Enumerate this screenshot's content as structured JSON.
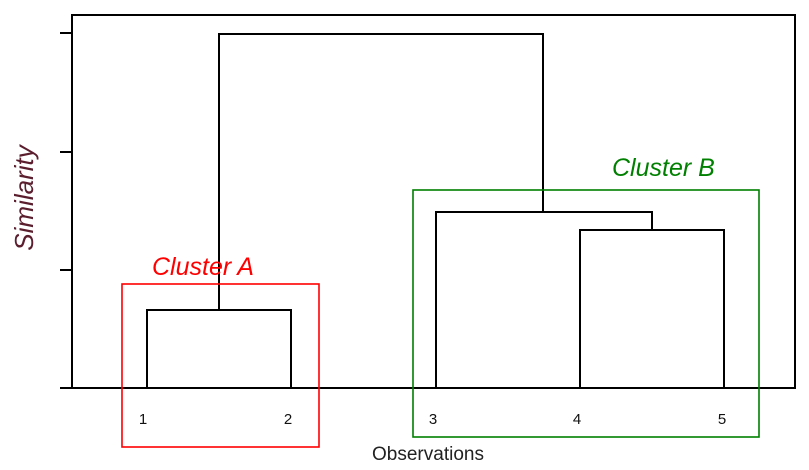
{
  "diagram": {
    "ylabel": "Similarity",
    "xlabel": "Observations",
    "leaves": [
      "1",
      "2",
      "3",
      "4",
      "5"
    ],
    "merges": [
      {
        "a": "1",
        "b": "2",
        "level": 0.22
      },
      {
        "a": "4",
        "b": "5",
        "level": 0.45
      },
      {
        "a": "3",
        "b": "4-5",
        "level": 0.5
      },
      {
        "a": "1-2",
        "b": "3-4-5",
        "level": 0.95
      }
    ],
    "clusters": [
      {
        "name": "Cluster A",
        "members": [
          "1",
          "2"
        ],
        "color": "#ff0000"
      },
      {
        "name": "Cluster B",
        "members": [
          "3",
          "4",
          "5"
        ],
        "color": "#008000"
      }
    ],
    "colors": {
      "similarity_label": "#5a1e2e",
      "frame": "#000000"
    }
  }
}
